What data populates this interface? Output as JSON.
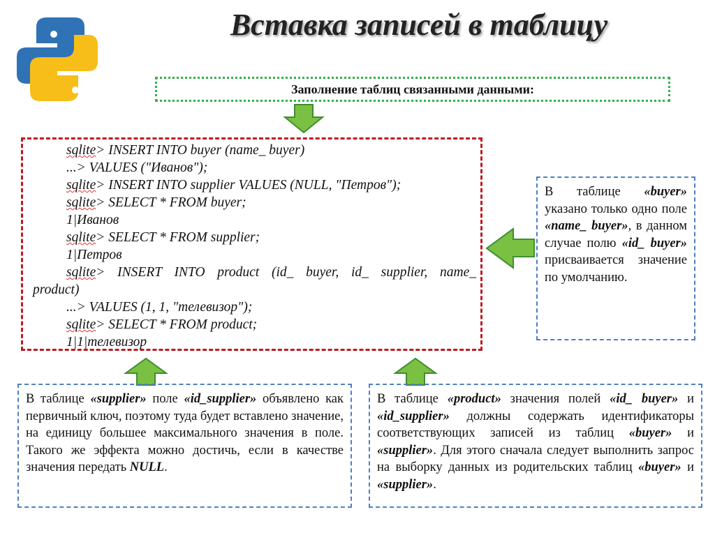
{
  "title": "Вставка записей в таблицу",
  "subtitle": "Заполнение таблиц связанными данными:",
  "logo": {
    "name": "python-logo",
    "colors": {
      "blue": "#2f72b6",
      "yellow": "#f7bd19"
    }
  },
  "code_lines": [
    {
      "prompt": "sqlite",
      "text": "> INSERT INTO buyer (name_ buyer)"
    },
    {
      "prompt": "",
      "text": "...> VALUES (\"Иванов\");"
    },
    {
      "prompt": "sqlite",
      "text": "> INSERT INTO supplier VALUES (NULL, \"Петров\");"
    },
    {
      "prompt": "sqlite",
      "text": "> SELECT * FROM buyer;"
    },
    {
      "prompt": "",
      "text": "1|Иванов"
    },
    {
      "prompt": "sqlite",
      "text": "> SELECT * FROM supplier;"
    },
    {
      "prompt": "",
      "text": "1|Петров"
    },
    {
      "prompt": "sqlite",
      "text": "> INSERT INTO product (id_ buyer, id_ supplier, name_"
    },
    {
      "prompt": "",
      "text": "product)"
    },
    {
      "prompt": "",
      "text": "...> VALUES (1, 1, \"телевизор\");"
    },
    {
      "prompt": "sqlite",
      "text": "> SELECT * FROM product;"
    },
    {
      "prompt": "",
      "text": "1|1|телевизор"
    }
  ],
  "notes": {
    "right": [
      {
        "t": "В таблице "
      },
      {
        "t": "«buyer»",
        "b": true
      },
      {
        "t": " указано только одно поле "
      },
      {
        "t": "«name_ buyer»",
        "b": true
      },
      {
        "t": ", в данном случае полю "
      },
      {
        "t": "«id_ buyer»",
        "b": true
      },
      {
        "t": " присваивается значение по умолчанию."
      }
    ],
    "bottom_left": [
      {
        "t": "В таблице "
      },
      {
        "t": "«supplier»",
        "b": true
      },
      {
        "t": " поле "
      },
      {
        "t": "«id_supplier»",
        "b": true
      },
      {
        "t": " объявлено как первичный ключ, поэтому туда будет вставлено значение, на единицу большее максимального значения в поле. Такого же эффекта можно достичь, если в качестве значения передать "
      },
      {
        "t": "NULL",
        "b": true
      },
      {
        "t": "."
      }
    ],
    "bottom_right": [
      {
        "t": "В таблице "
      },
      {
        "t": "«product»",
        "b": true
      },
      {
        "t": " значения полей "
      },
      {
        "t": "«id_ buyer»",
        "b": true
      },
      {
        "t": " и "
      },
      {
        "t": "«id_supplier»",
        "b": true
      },
      {
        "t": " должны содержать идентификаторы соответствующих записей из таблиц "
      },
      {
        "t": "«buyer»",
        "b": true
      },
      {
        "t": " и "
      },
      {
        "t": "«supplier»",
        "b": true
      },
      {
        "t": ". Для этого сначала следует выполнить запрос на выборку данных из родительских таблиц "
      },
      {
        "t": "«buyer»",
        "b": true
      },
      {
        "t": " и "
      },
      {
        "t": "«supplier»",
        "b": true
      },
      {
        "t": "."
      }
    ]
  },
  "colors": {
    "arrow_fill": "#7ac143",
    "arrow_stroke": "#3e8e2f",
    "code_border": "#c01a22",
    "note_border": "#4d7fc4",
    "subtitle_border": "#33b04a"
  }
}
